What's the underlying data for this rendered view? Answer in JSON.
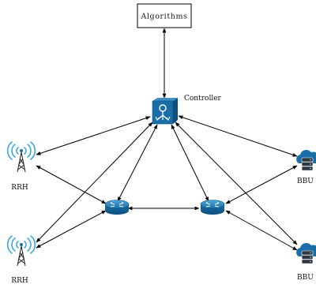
{
  "nodes": {
    "algorithms": {
      "label": "Algorithms"
    },
    "controller": {
      "label": "Controller"
    },
    "rrh_top": {
      "label": "RRH"
    },
    "rrh_bottom": {
      "label": "RRH"
    },
    "bbu_top": {
      "label": "BBU"
    },
    "bbu_bottom": {
      "label": "BBU"
    }
  },
  "colors": {
    "device_blue": "#1a6ea8",
    "device_dark": "#0d4f7e",
    "antenna_blue": "#3ba7dc",
    "server_dark": "#2f3640",
    "edge": "#000000"
  },
  "icons": {
    "controller": "controller-icon",
    "router": "router-icon",
    "antenna": "antenna-tower-icon",
    "bbu": "cloud-server-icon"
  }
}
